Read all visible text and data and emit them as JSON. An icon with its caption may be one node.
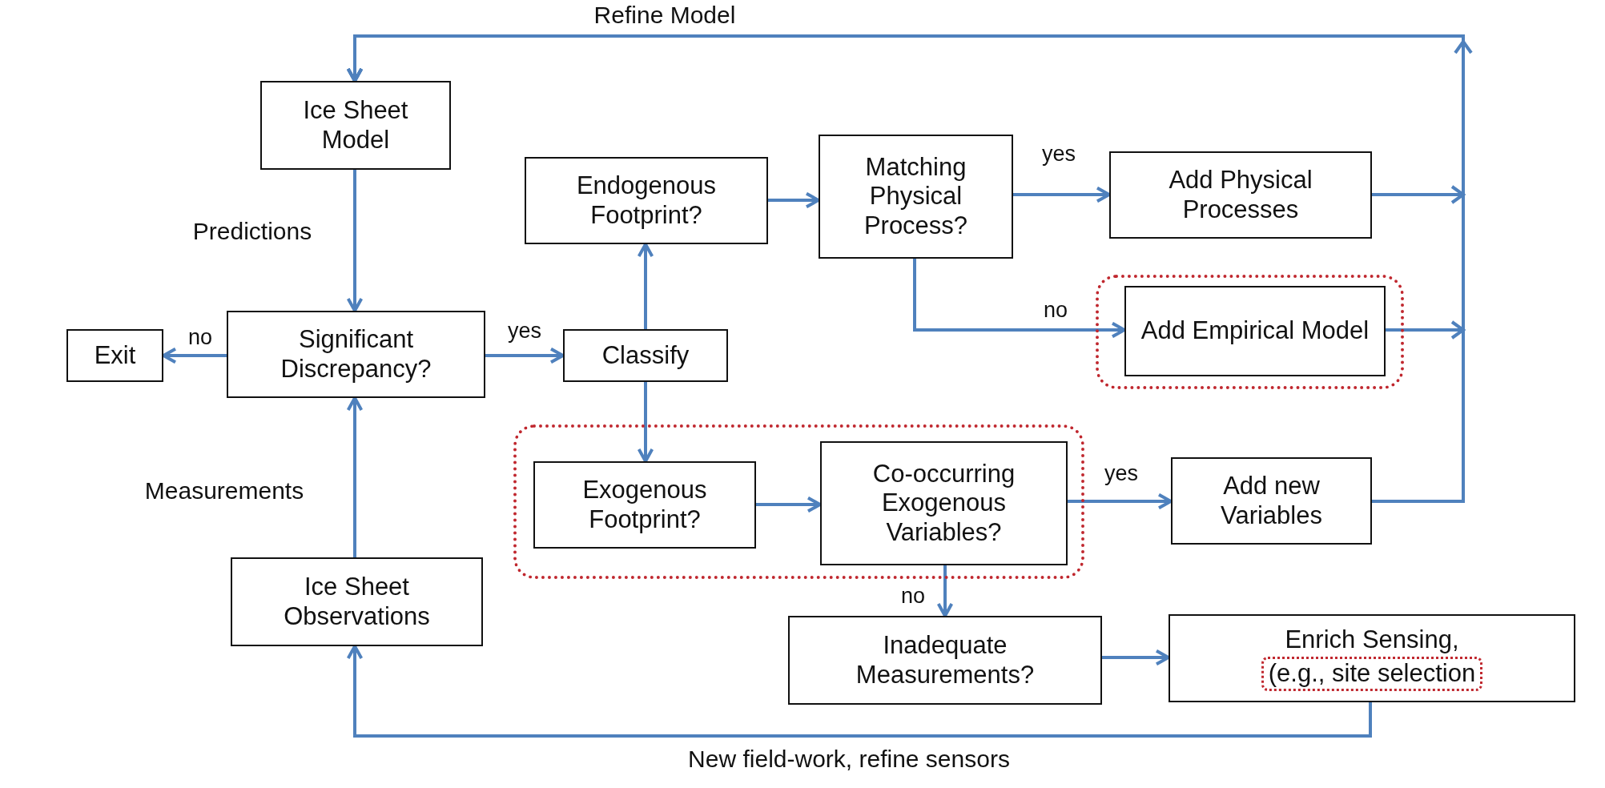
{
  "diagram": {
    "nodes": [
      {
        "text": [
          "Ice Sheet Model"
        ]
      },
      {
        "text": [
          "Endogenous Footprint?"
        ]
      },
      {
        "text": [
          "Matching Physical Process?"
        ]
      },
      {
        "text": [
          "Add Physical Processes"
        ]
      },
      {
        "text": [
          "Exit"
        ]
      },
      {
        "text": [
          "Significant Discrepancy?"
        ]
      },
      {
        "text": [
          "Classify"
        ]
      },
      {
        "text": [],
        "shape": "box"
      },
      {
        "text": [
          "Add Empirical Model"
        ],
        "in": 7
      },
      {
        "text": [],
        "shape": "box"
      },
      {
        "text": [
          "Exogenous Footprint?"
        ],
        "in": 9
      },
      {
        "text": [
          "Co-occurring Exogenous Variables?"
        ],
        "in": 9
      },
      {
        "text": [
          "Add new Variables"
        ]
      },
      {
        "text": [
          "Ice Sheet Observations"
        ]
      },
      {
        "text": [
          "Inadequate Measurements?"
        ]
      },
      {
        "text": [
          "Enrich Sensing,",
          "(e.g., site selection"
        ]
      }
    ],
    "edges": [
      {
        "from": 0,
        "to": 5,
        "arrow": "to",
        "label": "Predictions"
      },
      {
        "from": 5,
        "to": 4,
        "arrow": "to",
        "label": "no"
      },
      {
        "from": 5,
        "to": 6,
        "arrow": "to",
        "label": "yes"
      },
      {
        "from": 6,
        "to": 1,
        "arrow": "to"
      },
      {
        "from": 6,
        "to": 10,
        "arrow": "to"
      },
      {
        "from": 1,
        "to": 2,
        "arrow": "to"
      },
      {
        "from": 2,
        "to": 3,
        "arrow": "to",
        "label": "yes"
      },
      {
        "from": 2,
        "to": 8,
        "arrow": "to",
        "label": "no"
      },
      {
        "from": 10,
        "to": 11,
        "arrow": "to"
      },
      {
        "from": 11,
        "to": 12,
        "arrow": "to",
        "label": "yes"
      },
      {
        "from": 11,
        "to": 14,
        "arrow": "to",
        "label": "no"
      },
      {
        "from": 14,
        "to": 15,
        "arrow": "to"
      },
      {
        "from": 15,
        "to": 13,
        "arrow": "to",
        "label": "New field-work, refine sensors"
      },
      {
        "from": 13,
        "to": 5,
        "arrow": "to",
        "label": "Measurements"
      },
      {
        "from": 3,
        "to": 0,
        "arrow": "to"
      },
      {
        "from": 8,
        "to": 0,
        "arrow": "to"
      },
      {
        "from": 12,
        "to": 0,
        "arrow": "to",
        "label": "Refine Model"
      }
    ]
  }
}
